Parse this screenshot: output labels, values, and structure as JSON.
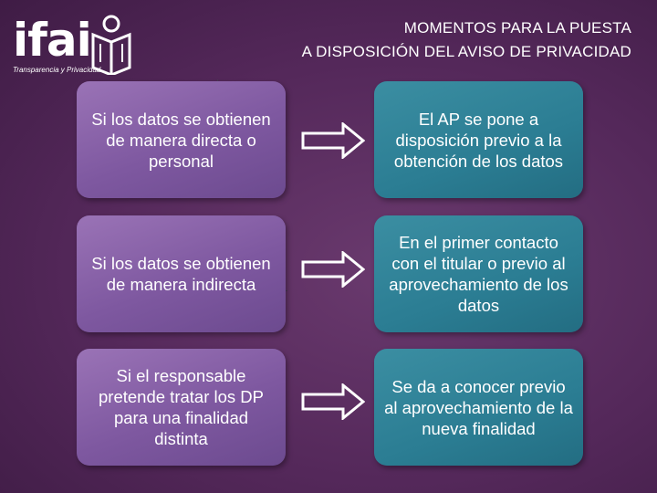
{
  "logo": {
    "wordmark": "ifai",
    "tagline": "Transparencia y Privacidad"
  },
  "title": {
    "line1": "MOMENTOS PARA LA PUESTA",
    "line2": "A DISPOSICIÓN DEL AVISO DE PRIVACIDAD"
  },
  "rows": [
    {
      "condition": "Si los datos se obtienen de manera directa o personal",
      "moment": "El AP se pone a disposición previo a la obtención de los datos"
    },
    {
      "condition": "Si los datos se obtienen de manera indirecta",
      "moment": "En el primer contacto con el titular o previo al aprovechamiento de los datos"
    },
    {
      "condition": "Si el responsable pretende tratar los DP para una finalidad distinta",
      "moment": "Se da a conocer previo al aprovechamiento de la nueva finalidad"
    }
  ],
  "colors": {
    "background": "#54285a",
    "left_box": "#7e58a0",
    "right_box": "#2b7d93",
    "arrow": "#ffffff"
  },
  "icons": {
    "logo_mark": "person-book-icon",
    "arrow": "right-arrow-icon"
  }
}
